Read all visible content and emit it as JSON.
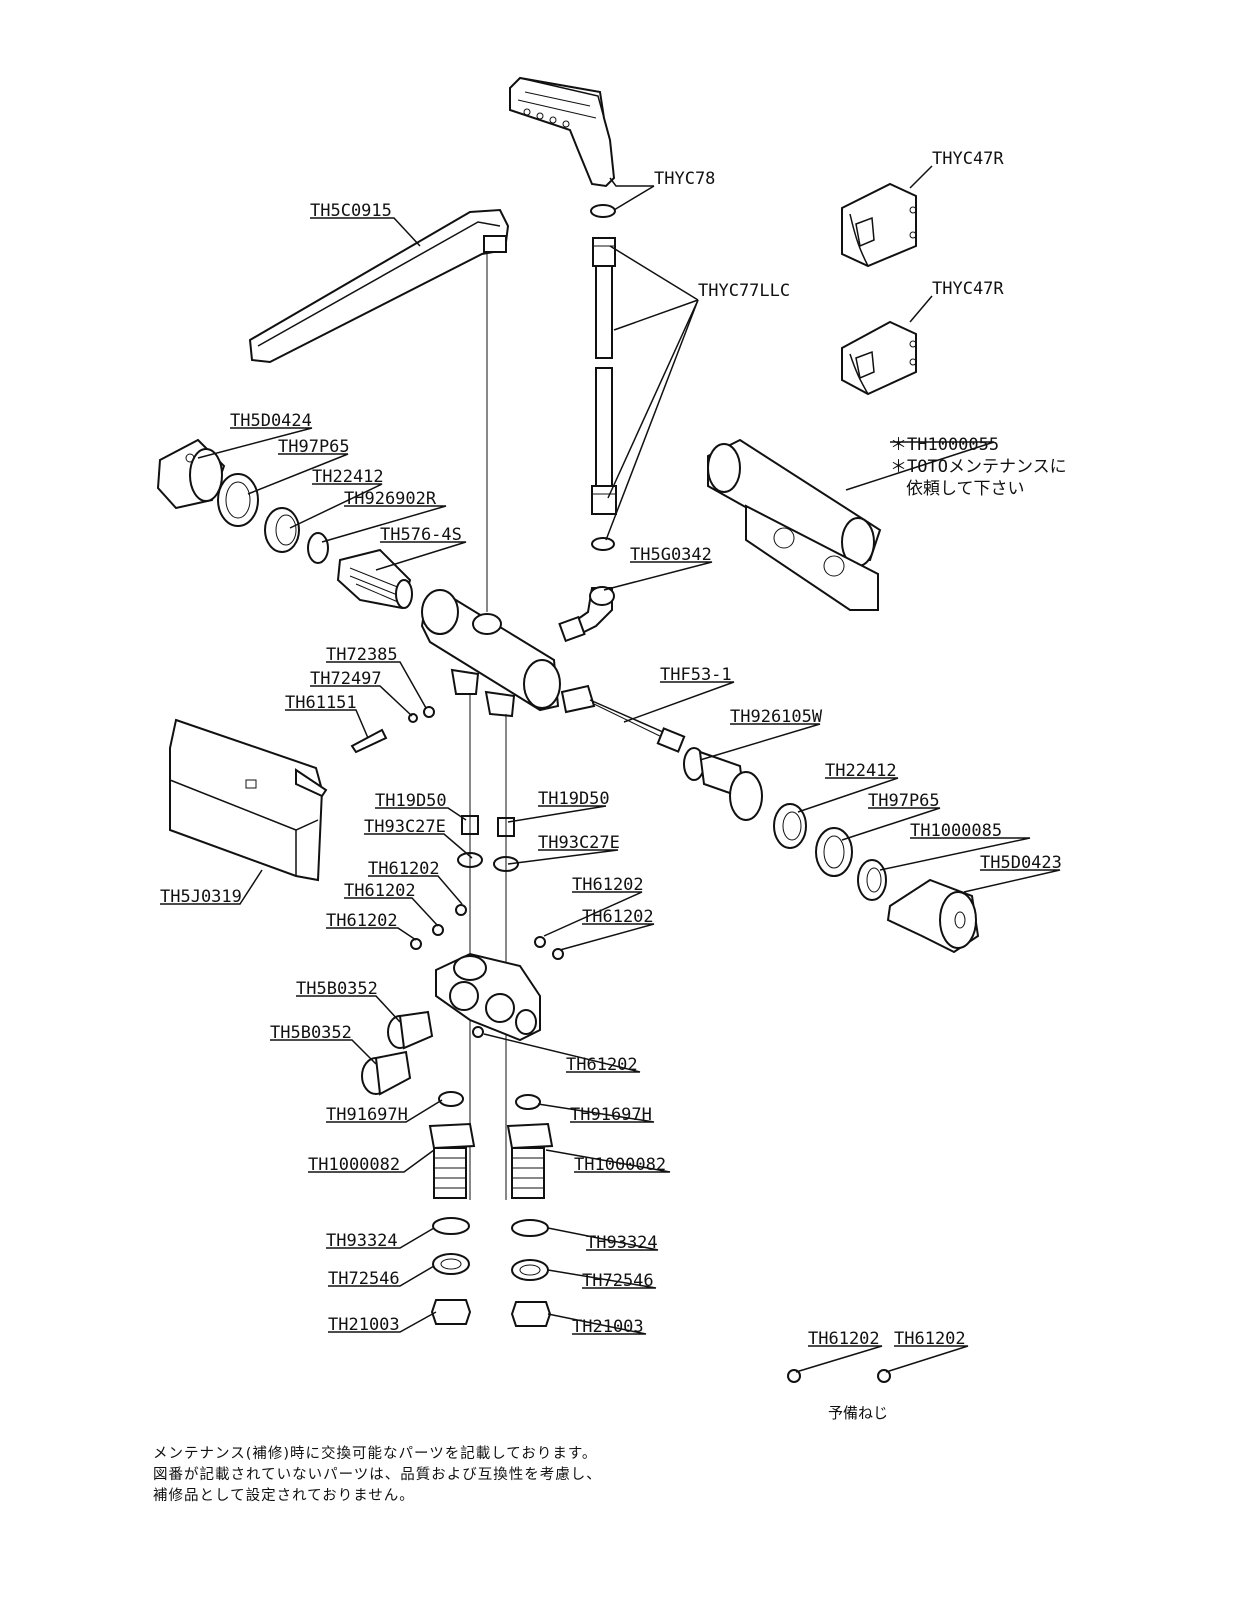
{
  "labels": {
    "shower_head": "THYC78",
    "hose": "THYC77LLC",
    "holder_top": "THYC47R",
    "holder_bottom": "THYC47R",
    "spout": "TH5C0915",
    "handle_left": "TH5D0424",
    "ring_left": "TH97P65",
    "nut_left": "TH22412",
    "washer_left": "TH926902R",
    "cartridge": "TH576-4S",
    "elbow": "TH5G0342",
    "body_note1": "＊TH1000055",
    "body_note2": "＊TOTOメンテナンスに",
    "body_note3": "依頼して下さい",
    "screw_a": "TH72385",
    "screw_b": "TH72497",
    "screw_c": "TH61151",
    "filter": "THF53-1",
    "valve_right": "TH926105W",
    "nut_right": "TH22412",
    "ring_right": "TH97P65",
    "adapter_right": "TH1000085",
    "handle_right": "TH5D0423",
    "check_l": "TH19D50",
    "check_r": "TH19D50",
    "oring_l": "TH93C27E",
    "oring_r": "TH93C27E",
    "cover": "TH5J0319",
    "s1": "TH61202",
    "s2": "TH61202",
    "s3": "TH61202",
    "s4": "TH61202",
    "s5": "TH61202",
    "s6": "TH61202",
    "stop_1": "TH5B0352",
    "stop_2": "TH5B0352",
    "pack_l": "TH91697H",
    "pack_r": "TH91697H",
    "leg_l": "TH1000082",
    "leg_r": "TH1000082",
    "wash_l": "TH93324",
    "wash_r": "TH93324",
    "lock_l": "TH72546",
    "lock_r": "TH72546",
    "hex_l": "TH21003",
    "hex_r": "TH21003",
    "spare_1": "TH61202",
    "spare_2": "TH61202",
    "spare_caption": "予備ねじ"
  },
  "note": {
    "line1": "メンテナンス(補修)時に交換可能なパーツを記載しております。",
    "line2": "図番が記載されていないパーツは、品質および互換性を考慮し、",
    "line3": "補修品として設定されておりません。"
  }
}
